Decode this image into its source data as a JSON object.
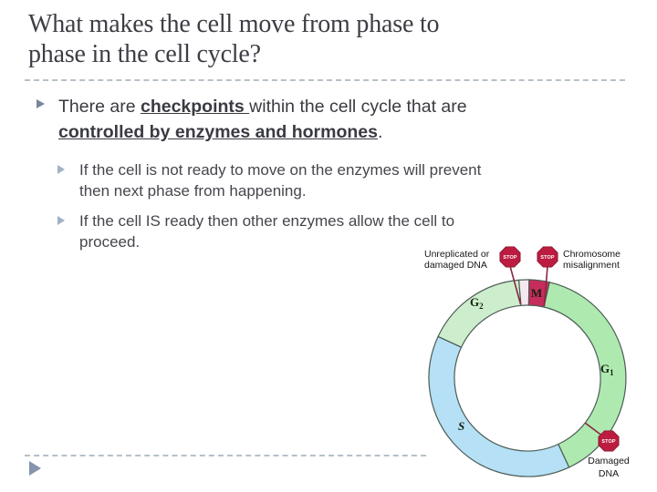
{
  "slide": {
    "title": {
      "line1": "What makes the cell move from phase to",
      "line2": "phase in the cell cycle?"
    },
    "main_bullet": {
      "line1_pre": "There are ",
      "line1_bold": "checkpoints ",
      "line1_post": "within the cell cycle that are",
      "line2_bold": "controlled by enzymes and hormones",
      "line2_post": "."
    },
    "sub_bullets": [
      {
        "line1": "If the cell is not ready to move on the enzymes will prevent",
        "line2": "then next phase from happening."
      },
      {
        "line1": "If the cell IS ready then other enzymes allow the cell to",
        "line2": "proceed."
      }
    ]
  },
  "diagram": {
    "annotations": {
      "g2m_checkpoint_line1": "Unreplicated or",
      "g2m_checkpoint_line2": "damaged DNA",
      "m_checkpoint_line1": "Chromosome",
      "m_checkpoint_line2": "misalignment",
      "g1_checkpoint_line1": "Damaged",
      "g1_checkpoint_line2": "DNA",
      "stop_label": "STOP"
    },
    "phases": {
      "g2_letter": "G",
      "g2_sub": "2",
      "m_letter": "M",
      "g1_letter": "G",
      "g1_sub": "1",
      "s_letter": "S"
    },
    "colors": {
      "g1": "#aeeab0",
      "g2": "#cdeecd",
      "s": "#b5e0f5",
      "m": "#c62c5c",
      "strip": "#f5e9f0",
      "stop_sign": "#bc1c3f",
      "stop_sign_edge": "#82122c",
      "checkpoint_line": "#8b2740",
      "ring_outline": "#4c5c55"
    }
  }
}
